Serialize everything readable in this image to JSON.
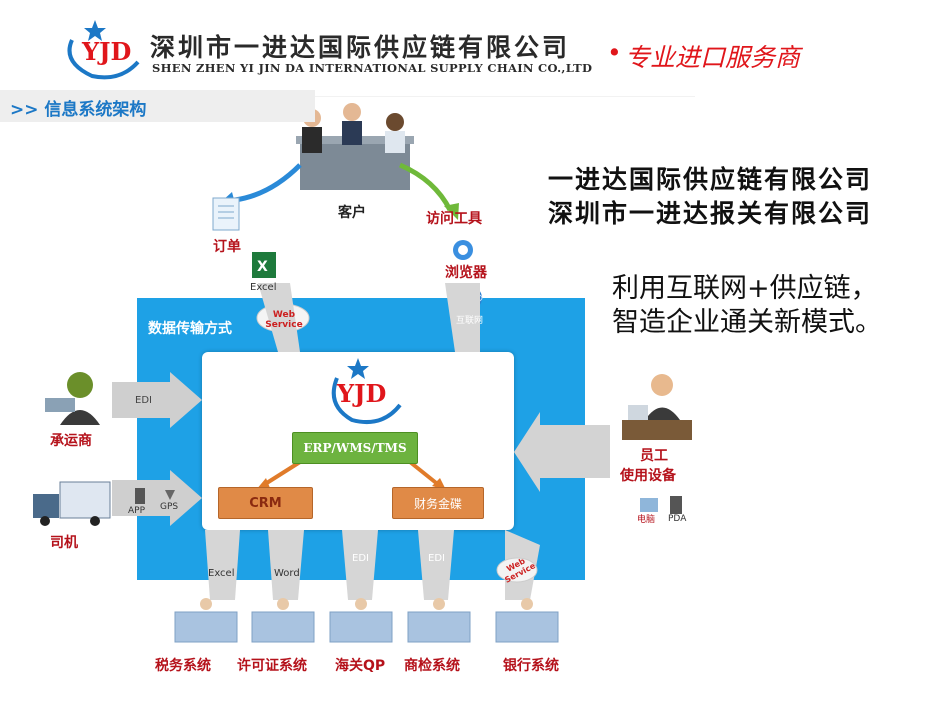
{
  "header": {
    "logo_text": "YJD",
    "company_cn": "深圳市一进达国际供应链有限公司",
    "company_en": "SHEN ZHEN YI JIN DA INTERNATIONAL SUPPLY CHAIN CO.,LTD",
    "slogan_dot": "•",
    "slogan": "专业进口服务商"
  },
  "section": {
    "title": ">> 信息系统架构"
  },
  "companies": [
    "一进达国际供应链有限公司",
    "深圳市一进达报关有限公司"
  ],
  "tagline": [
    "利用互联网+供应链，",
    "智造企业通关新模式。"
  ],
  "diagram": {
    "panel_label": "数据传输方式",
    "customer": "客户",
    "visit_tool": "访问工具",
    "order": "订单",
    "excel": "Excel",
    "web_service": "Web Service",
    "browser": "浏览器",
    "internet": "互联网",
    "carrier": "承运商",
    "edi": "EDI",
    "driver": "司机",
    "app": "APP",
    "gps": "GPS",
    "center_logo": "YJD",
    "erp": "ERP/WMS/TMS",
    "crm": "CRM",
    "finance": "财务金碟",
    "employee": "员工",
    "device_use": "使用设备",
    "pc": "电脑",
    "pda": "PDA",
    "word": "Word",
    "bottom_systems": [
      "税务系统",
      "许可证系统",
      "海关QP",
      "商检系统",
      "银行系统"
    ]
  },
  "colors": {
    "accent_red": "#e0161b",
    "label_red": "#b5121b",
    "panel_blue": "#1ea1e6",
    "section_blue": "#1c78c6",
    "erp_green": "#6db33f",
    "crm_orange": "#e08a47"
  }
}
